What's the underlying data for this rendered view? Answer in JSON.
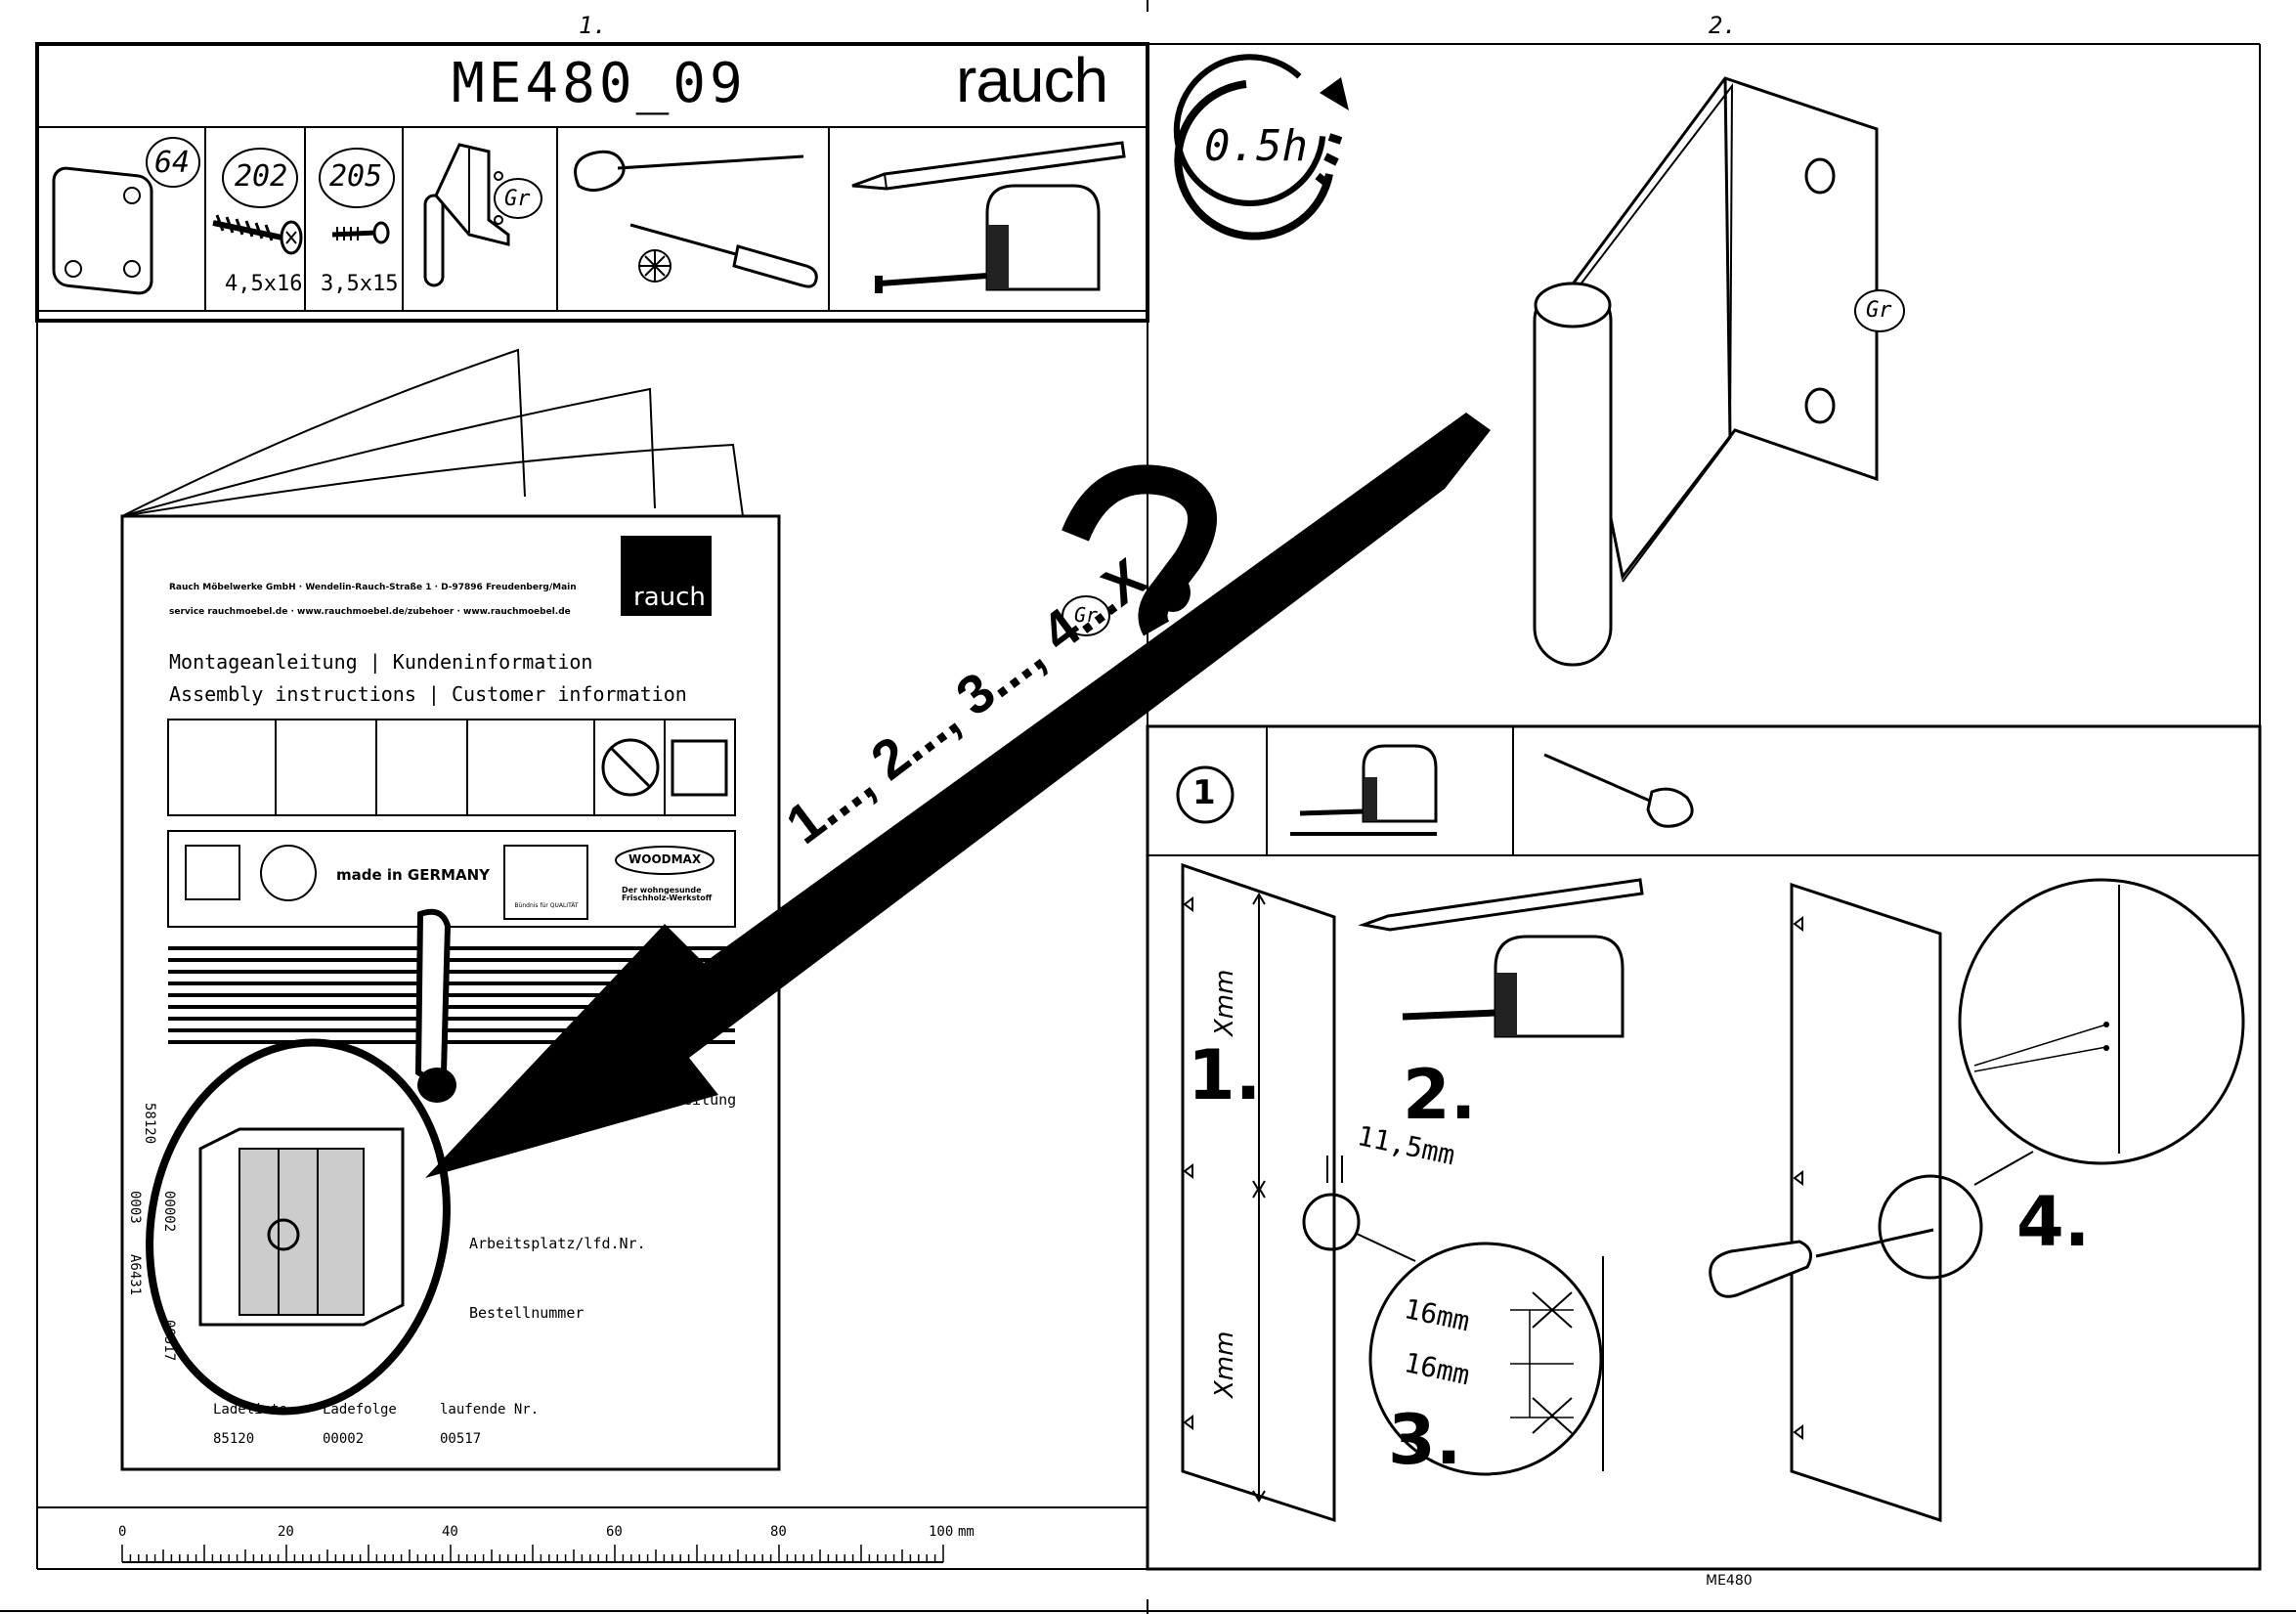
{
  "page_numbers": [
    "1.",
    "2."
  ],
  "header": {
    "model": "ME480_09",
    "brand": "rauch"
  },
  "parts": [
    {
      "id": "64",
      "size": ""
    },
    {
      "id": "202",
      "size": "4,5x16"
    },
    {
      "id": "205",
      "size": "3,5x15"
    },
    {
      "id": "Gr",
      "size": ""
    }
  ],
  "time_estimate": "0.5h",
  "hinge_label": "Gr",
  "booklet": {
    "logo": "rauch",
    "address": "Rauch Möbelwerke GmbH · Wendelin-Rauch-Straße 1 · D-97896 Freudenberg/Main",
    "web": "service rauchmoebel.de · www.rauchmoebel.de/zubehoer · www.rauchmoebel.de",
    "title_de": "Montageanleitung | Kundeninformation",
    "title_en": "Assembly instructions | Customer information",
    "made_in": "made in GERMANY",
    "woodmax": "WOODMAX",
    "woodmax_sub": "Der wohngesunde Frischholz-Werkstoff",
    "bq_sub": "Bündnis für QUALITÄT",
    "side_codes": [
      "58120",
      "00002",
      "0003",
      "A6431",
      "00517"
    ],
    "fields": [
      {
        "label": "…eitung",
        "value": ""
      },
      {
        "label": "Arbeitsplatz/lfd.Nr.",
        "value": ""
      },
      {
        "label": "Bestellnummer",
        "value": ""
      }
    ],
    "footer_labels": [
      "Ladeliste",
      "Ladefolge",
      "laufende Nr."
    ],
    "footer_values": [
      "85120",
      "00002",
      "00517"
    ]
  },
  "sequence": "1..., 2..., 3..., 4...X",
  "sequence_label": "Gr",
  "ruler": {
    "ticks": [
      "0",
      "20",
      "40",
      "60",
      "80",
      "100"
    ],
    "unit": "mm"
  },
  "step": {
    "number": "1",
    "labels": [
      "1.",
      "2.",
      "3.",
      "4."
    ],
    "measure_x": "Xmm",
    "measure_offset": "11,5mm",
    "spacing": [
      "16mm",
      "16mm"
    ]
  },
  "footer_code": "ME480"
}
